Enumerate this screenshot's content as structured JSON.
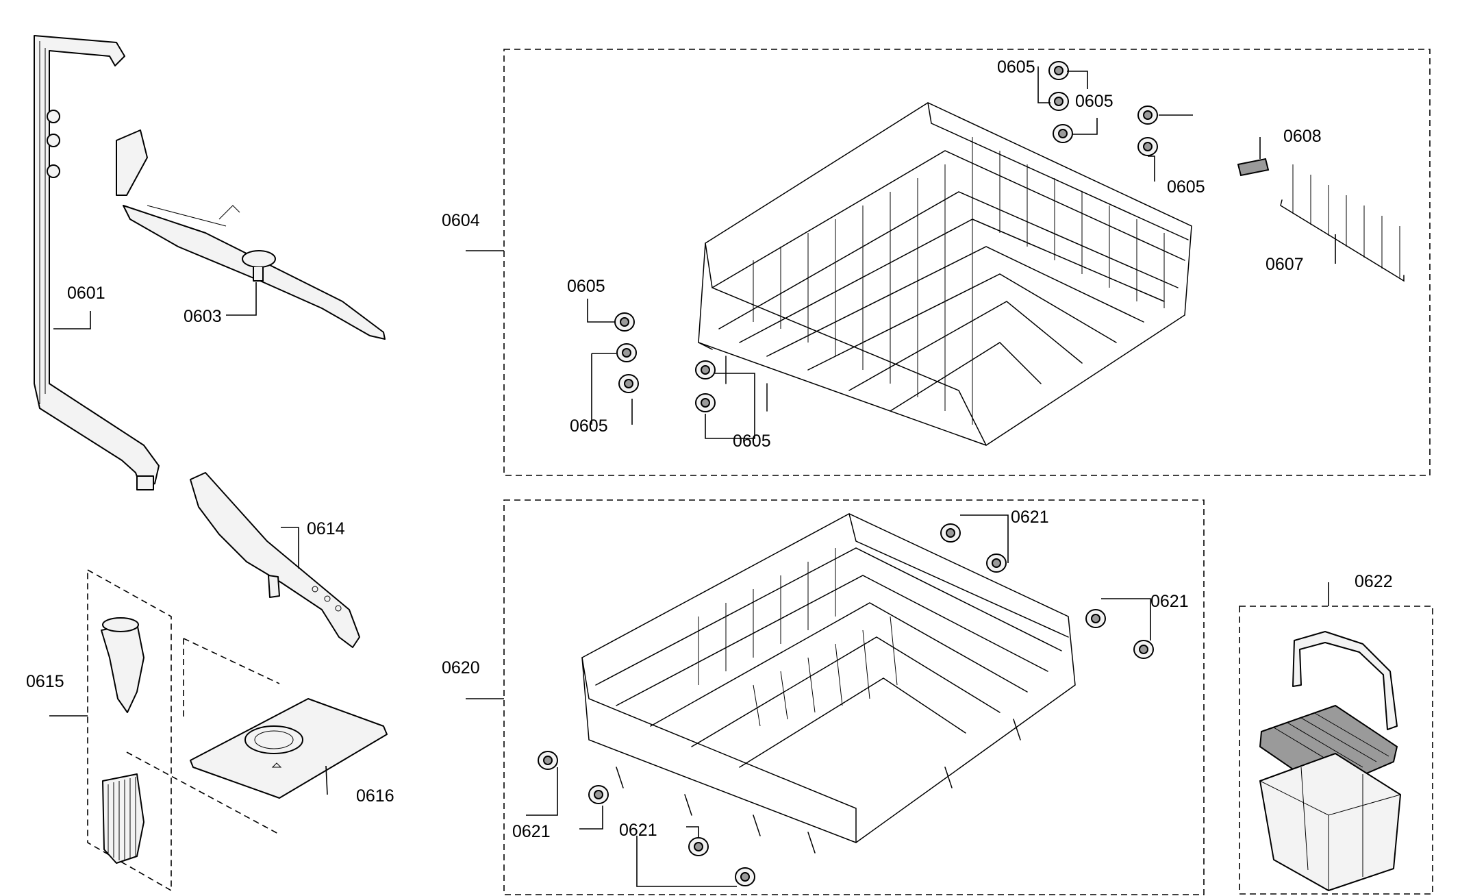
{
  "labels": {
    "l0601": "0601",
    "l0603": "0603",
    "l0604": "0604",
    "l0605_a": "0605",
    "l0605_b": "0605",
    "l0605_c": "0605",
    "l0605_d": "0605",
    "l0605_e": "0605",
    "l0605_f": "0605",
    "l0607": "0607",
    "l0608": "0608",
    "l0614": "0614",
    "l0615": "0615",
    "l0616": "0616",
    "l0620": "0620",
    "l0621_a": "0621",
    "l0621_b": "0621",
    "l0621_c": "0621",
    "l0621_d": "0621",
    "l0622": "0622"
  }
}
